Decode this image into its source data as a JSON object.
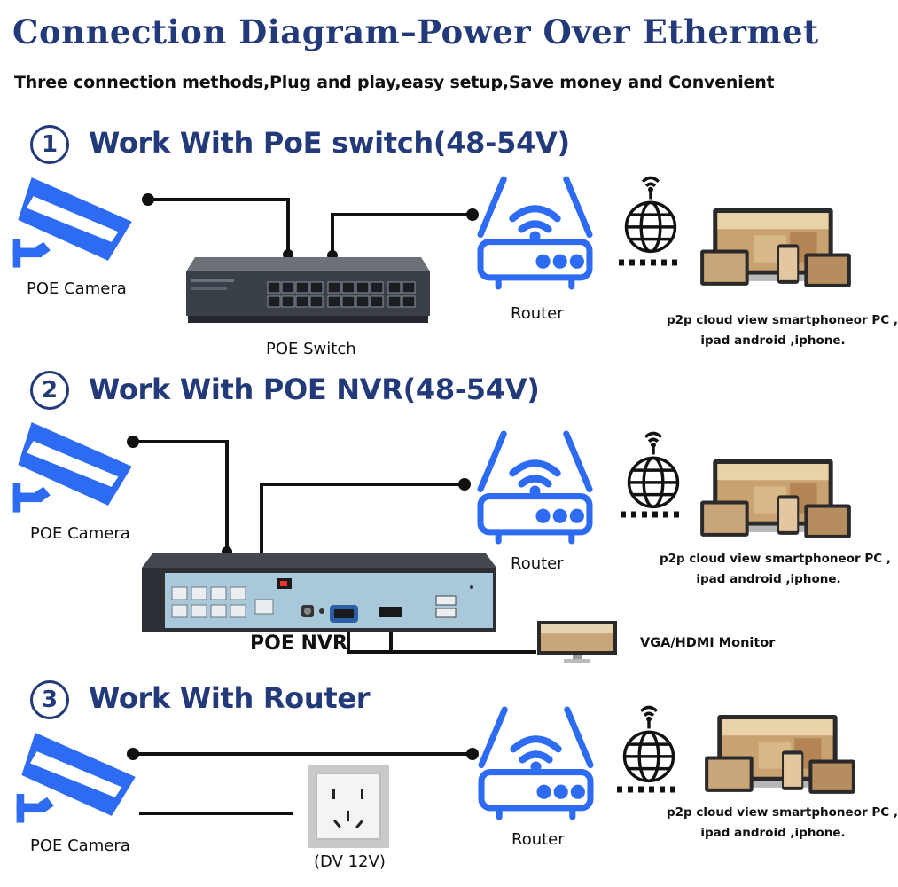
{
  "header": {
    "title": "Connection Diagram–Power Over Ethermet",
    "subtitle": "Three connection methods,Plug and play,easy setup,Save money and Convenient"
  },
  "sections": [
    {
      "number": "1",
      "title": "Work With PoE switch(48-54V)",
      "camera_label": "POE Camera",
      "device_label": "POE Switch",
      "router_label": "Router",
      "view_label_line1": "p2p cloud view smartphoneor PC ,",
      "view_label_line2": "ipad android ,iphone."
    },
    {
      "number": "2",
      "title": "Work With POE NVR(48-54V)",
      "camera_label": "POE Camera",
      "device_label": "POE NVR",
      "router_label": "Router",
      "monitor_label": "VGA/HDMI Monitor",
      "view_label_line1": "p2p cloud view smartphoneor PC ,",
      "view_label_line2": "ipad android ,iphone."
    },
    {
      "number": "3",
      "title": "Work With Router",
      "camera_label": "POE Camera",
      "outlet_label": "(DV 12V)",
      "router_label": "Router",
      "view_label_line1": "p2p cloud view smartphoneor PC ,",
      "view_label_line2": "ipad android ,iphone."
    }
  ],
  "colors": {
    "title": "#233a7a",
    "device_blue": "#2d6bf2",
    "wire": "#111111",
    "nvr_panel": "#a9c9da",
    "outlet": "#c9c9c9"
  },
  "icons": [
    "camera-icon",
    "poe-switch-icon",
    "router-icon",
    "globe-icon",
    "devices-icon",
    "nvr-icon",
    "monitor-icon",
    "power-outlet-icon"
  ]
}
